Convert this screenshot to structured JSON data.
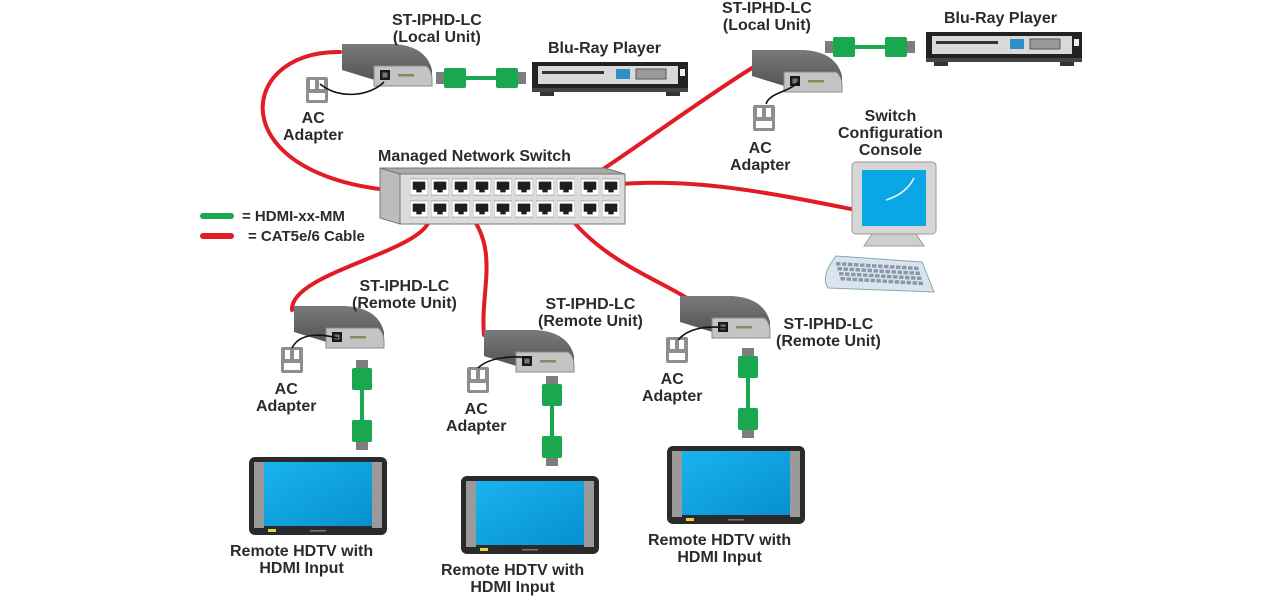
{
  "diagram": {
    "colors": {
      "hdmi": "#1aa84e",
      "cat5": "#e21c24",
      "device_dark": "#5f5f5f",
      "device_light": "#bdbdbd",
      "screen": "#0aa6e6",
      "text": "#2b2b2b"
    },
    "legend": [
      {
        "key": "hdmi",
        "label": "= HDMI-xx-MM"
      },
      {
        "key": "cat5",
        "label": "= CAT5e/6 Cable"
      }
    ],
    "switch": {
      "label": "Managed Network Switch"
    },
    "console": {
      "lines": [
        "Switch",
        "Configuration",
        "Console"
      ]
    },
    "local_units": [
      {
        "model": "ST-IPHD-LC",
        "role": "(Local Unit)",
        "source": "Blu-Ray Player",
        "adapter": [
          "AC",
          "Adapter"
        ]
      },
      {
        "model": "ST-IPHD-LC",
        "role": "(Local Unit)",
        "source": "Blu-Ray Player",
        "adapter": [
          "AC",
          "Adapter"
        ]
      }
    ],
    "remote_units": [
      {
        "model": "ST-IPHD-LC",
        "role": "(Remote Unit)",
        "adapter": [
          "AC",
          "Adapter"
        ],
        "display": [
          "Remote HDTV with",
          "HDMI Input"
        ]
      },
      {
        "model": "ST-IPHD-LC",
        "role": "(Remote Unit)",
        "adapter": [
          "AC",
          "Adapter"
        ],
        "display": [
          "Remote HDTV with",
          "HDMI Input"
        ]
      },
      {
        "model": "ST-IPHD-LC",
        "role": "(Remote Unit)",
        "adapter": [
          "AC",
          "Adapter"
        ],
        "display": [
          "Remote HDTV with",
          "HDMI Input"
        ]
      }
    ]
  }
}
